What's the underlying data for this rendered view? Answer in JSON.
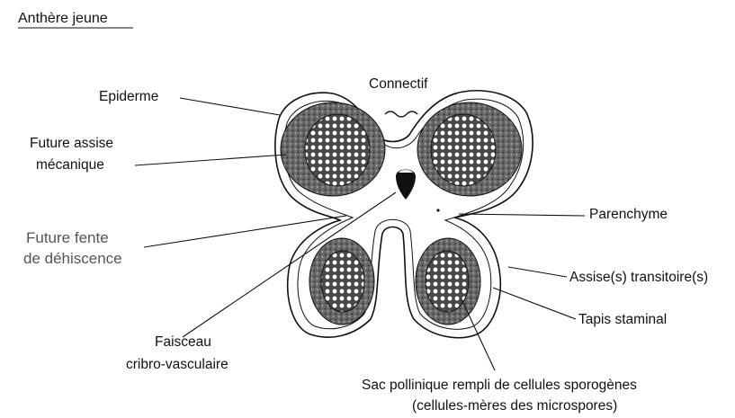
{
  "title": "Anthère jeune",
  "labels": {
    "connectif": "Connectif",
    "epiderme": "Epiderme",
    "future_assise_1": "Future assise",
    "future_assise_2": "mécanique",
    "future_fente_1": "Future fente",
    "future_fente_2": "de déhiscence",
    "faisceau_1": "Faisceau",
    "faisceau_2": "cribro-vasculaire",
    "parenchyme": "Parenchyme",
    "assise_transitoire": "Assise(s) transitoire(s)",
    "tapis": "Tapis staminal",
    "sac_1": "Sac pollinique rempli de cellules sporogènes",
    "sac_2": "(cellules-mères des microspores)"
  }
}
